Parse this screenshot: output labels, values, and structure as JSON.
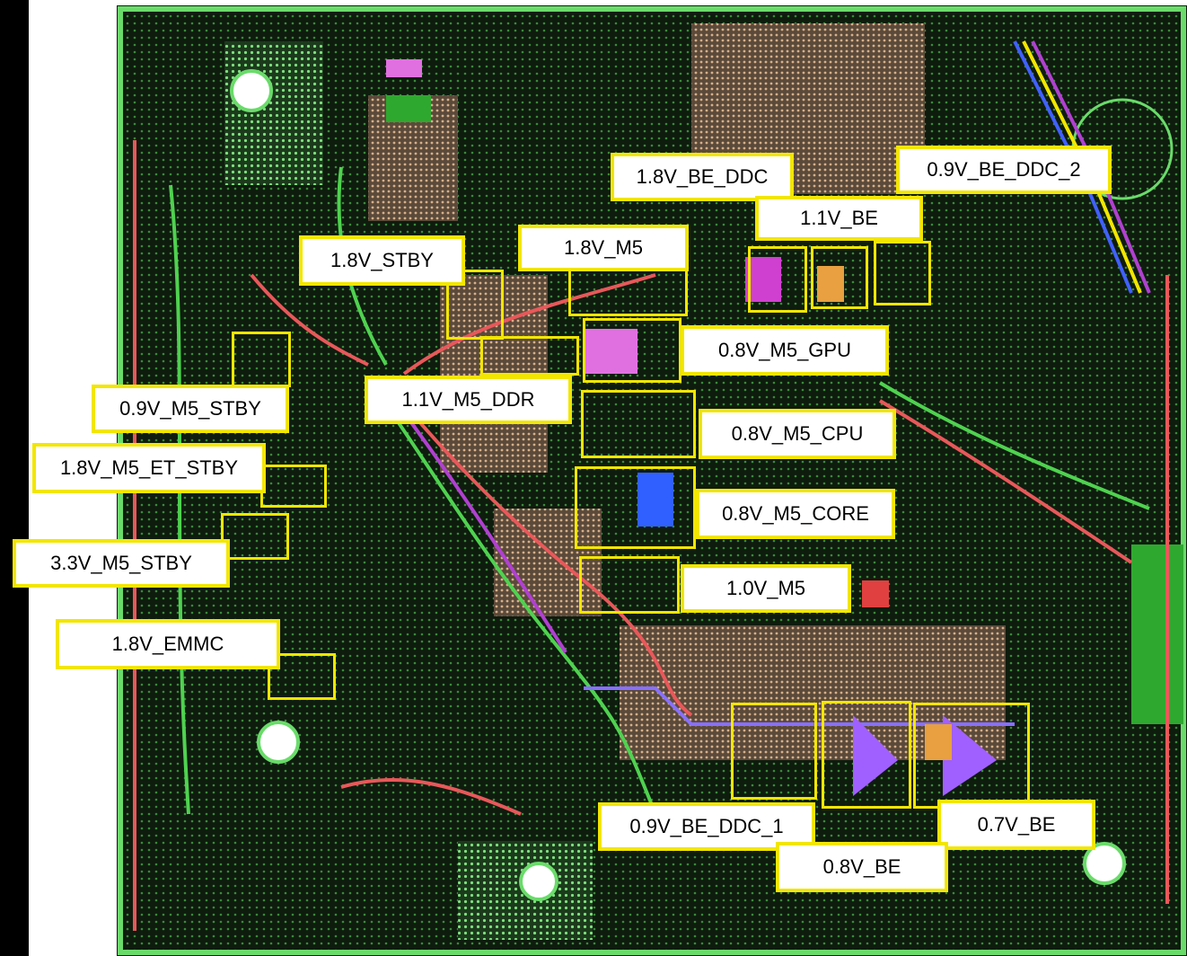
{
  "labels": [
    {
      "id": "v18-be-ddc",
      "text": "1.8V_BE_DDC"
    },
    {
      "id": "v09-be-ddc-2",
      "text": "0.9V_BE_DDC_2"
    },
    {
      "id": "v11-be",
      "text": "1.1V_BE"
    },
    {
      "id": "v18-stby",
      "text": "1.8V_STBY"
    },
    {
      "id": "v18-m5",
      "text": "1.8V_M5"
    },
    {
      "id": "v08-m5-gpu",
      "text": "0.8V_M5_GPU"
    },
    {
      "id": "v11-m5-ddr",
      "text": "1.1V_M5_DDR"
    },
    {
      "id": "v09-m5-stby",
      "text": "0.9V_M5_STBY"
    },
    {
      "id": "v08-m5-cpu",
      "text": "0.8V_M5_CPU"
    },
    {
      "id": "v18-m5-et-stby",
      "text": "1.8V_M5_ET_STBY"
    },
    {
      "id": "v08-m5-core",
      "text": "0.8V_M5_CORE"
    },
    {
      "id": "v33-m5-stby",
      "text": "3.3V_M5_STBY"
    },
    {
      "id": "v10-m5",
      "text": "1.0V_M5"
    },
    {
      "id": "v18-emmc",
      "text": "1.8V_EMMC"
    },
    {
      "id": "v09-be-ddc-1",
      "text": "0.9V_BE_DDC_1"
    },
    {
      "id": "v07-be",
      "text": "0.7V_BE"
    },
    {
      "id": "v08-be",
      "text": "0.8V_BE"
    }
  ],
  "colors": {
    "highlight": "#f2e600",
    "board": "#0d1a0d",
    "trace_green": "#4fd24f",
    "trace_red": "#e8585a",
    "pad_tan": "#c8a07a",
    "purple": "#b040d0"
  }
}
